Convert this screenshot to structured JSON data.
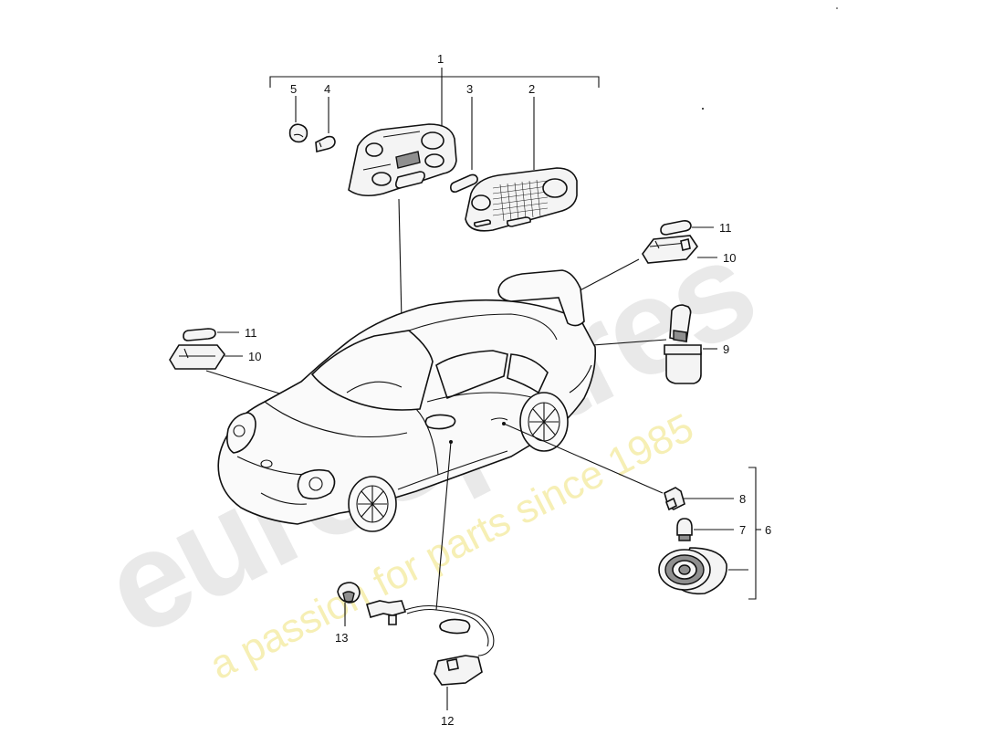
{
  "watermark": {
    "brand": "eurospares",
    "tagline": "a passion for parts since 1985",
    "brand_color": "#e6e6e6",
    "tagline_color": "#f4eca8"
  },
  "callouts": {
    "c1": "1",
    "c2": "2",
    "c3": "3",
    "c4": "4",
    "c5": "5",
    "c6": "6",
    "c7": "7",
    "c8": "8",
    "c9": "9",
    "c10a": "10",
    "c10b": "10",
    "c11a": "11",
    "c11b": "11",
    "c12": "12",
    "c13": "13"
  },
  "parts": [
    {
      "id": "roof-console",
      "icon": "roof-console-icon"
    },
    {
      "id": "lens-panel",
      "icon": "lens-panel-icon"
    },
    {
      "id": "festoon-bulb",
      "icon": "bulb-icon"
    },
    {
      "id": "wedge-bulb",
      "icon": "bulb-icon"
    },
    {
      "id": "bulb-socket",
      "icon": "socket-icon"
    },
    {
      "id": "speaker-assembly",
      "icon": "speaker-icon"
    },
    {
      "id": "door-contact-switch",
      "icon": "switch-icon"
    },
    {
      "id": "courtesy-lamp",
      "icon": "lamp-housing-icon"
    },
    {
      "id": "door-lock-cable",
      "icon": "cable-icon"
    },
    {
      "id": "clip",
      "icon": "clip-icon"
    }
  ]
}
